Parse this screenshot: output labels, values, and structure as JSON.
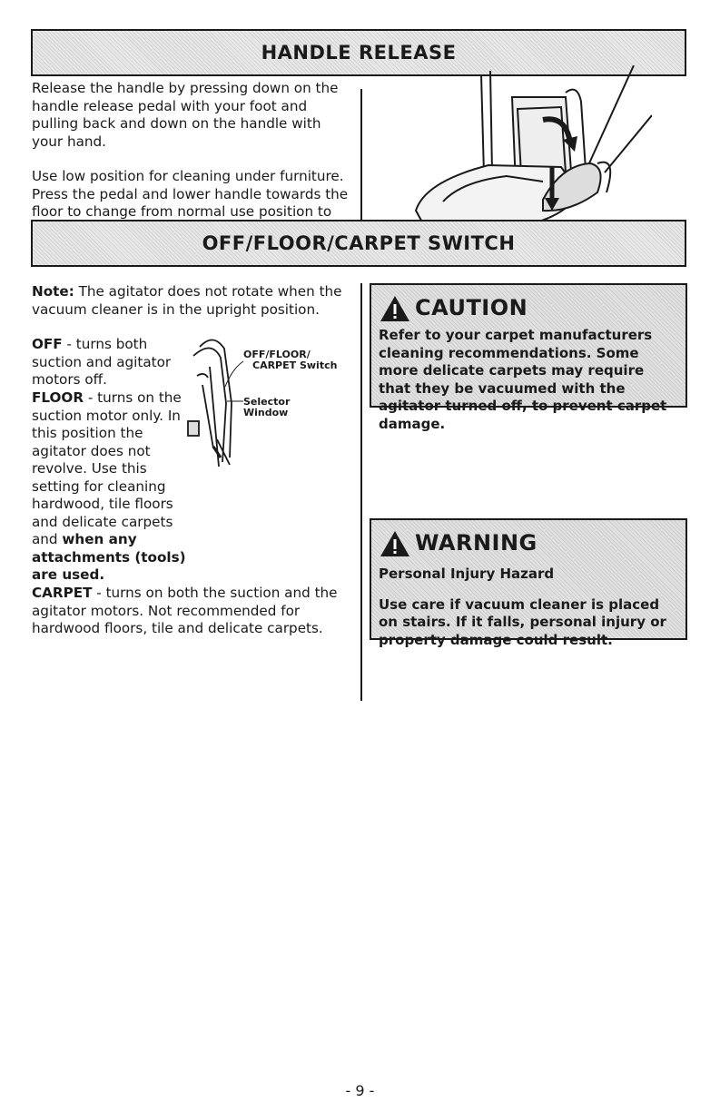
{
  "handle_release": {
    "title": "HANDLE RELEASE",
    "para1": "Release the handle by pressing down on the handle release pedal with your foot and pulling back and down on the handle with your hand.",
    "para2": "Use low position for cleaning under furniture.  Press the pedal and lower handle towards the floor to change from normal use position to low position."
  },
  "switch_section": {
    "title": "OFF/FLOOR/CARPET SWITCH",
    "note_label": "Note:",
    "note_text": " The agitator does not rotate when the vacuum cleaner is in the upright position.",
    "off_label": "OFF",
    "off_text": " - turns both suction and agitator motors off.",
    "floor_label": "FLOOR",
    "floor_text": " - turns on the suction motor only. In this position the agitator does not revolve.  Use this setting for cleaning hardwood, tile floors and delicate carpets and ",
    "floor_bold_tail": "when any attachments (tools) are used.",
    "carpet_label": "CARPET",
    "carpet_text": " - turns on both the suction and the agitator motors. Not recommended for hardwood floors, tile and delicate carpets.",
    "figure_labels": {
      "switch_line1": "OFF/FLOOR/",
      "switch_line2": "CARPET Switch",
      "window_line1": "Selector",
      "window_line2": "Window"
    }
  },
  "caution": {
    "heading": "CAUTION",
    "text": "Refer to your carpet manufacturers cleaning recommendations. Some more delicate carpets may require that they be vacuumed with the agitator turned off, to prevent carpet damage."
  },
  "warning": {
    "heading": "WARNING",
    "subheading": "Personal Injury Hazard",
    "text": "Use care if vacuum cleaner is placed on stairs. If it falls, personal injury or property damage could result."
  },
  "page_number": "- 9 -"
}
